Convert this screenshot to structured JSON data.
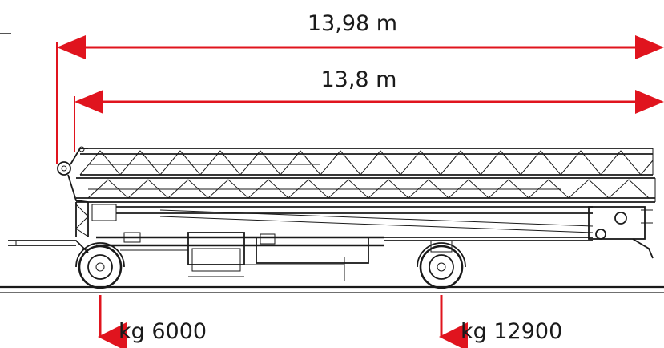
{
  "dimensions": {
    "overall_length": "13,98 m",
    "jib_length": "13,8 m"
  },
  "loads": {
    "front_axle": "kg 6000",
    "rear_axle": "kg 12900"
  },
  "colors": {
    "dimension_line": "#e0141e",
    "drawing_line": "#1a1a1a"
  }
}
